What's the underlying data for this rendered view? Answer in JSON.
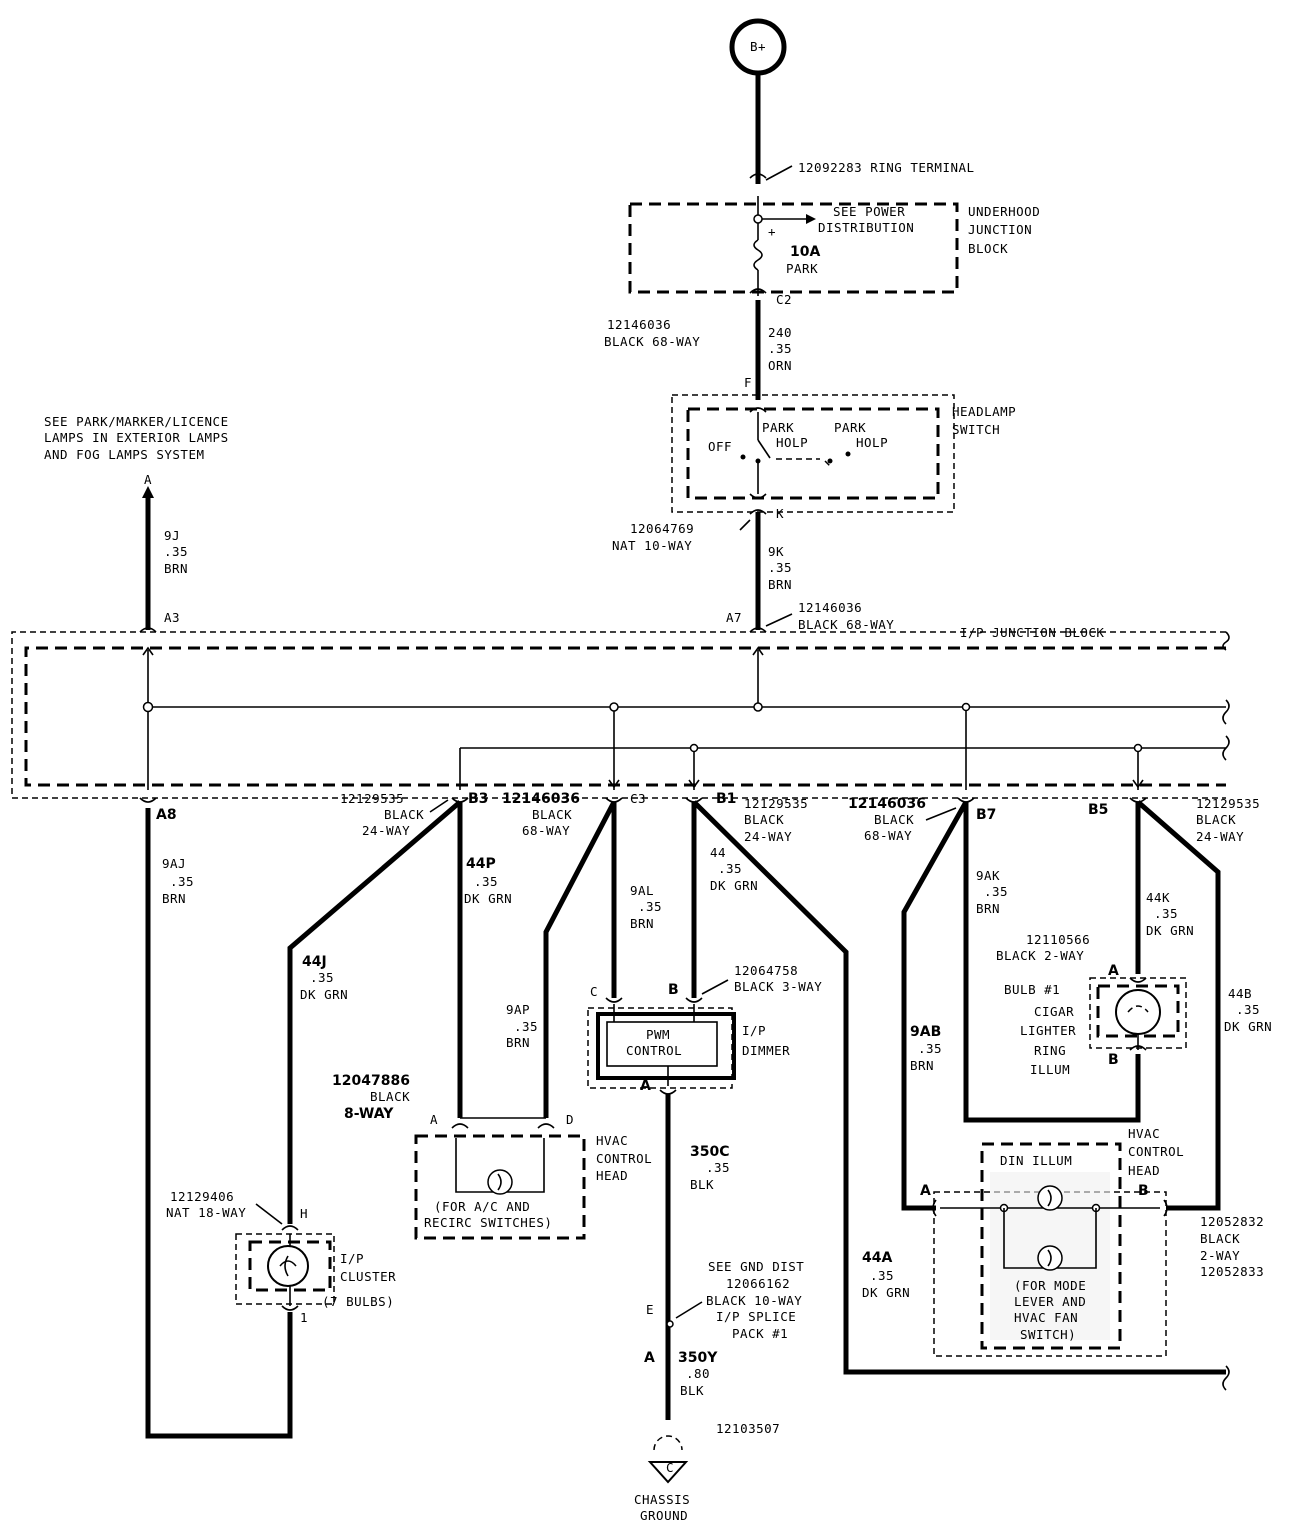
{
  "supply": {
    "symbol": "B+"
  },
  "ring_terminal": {
    "label": "12092283 RING TERMINAL"
  },
  "underhood_block": {
    "name": [
      "UNDERHOOD",
      "JUNCTION",
      "BLOCK"
    ],
    "see_power": [
      "SEE POWER",
      "DISTRIBUTION"
    ],
    "fuse_rating": "10A",
    "fuse_name": "PARK",
    "connector": "C2"
  },
  "wire_240": {
    "connector": [
      "12146036",
      "BLACK 68-WAY"
    ],
    "circuit": [
      "240",
      ".35",
      "ORN"
    ]
  },
  "headlamp_switch": {
    "name": [
      "HEADLAMP",
      "SWITCH"
    ],
    "pin_in": "F",
    "pin_out": "K",
    "off": "OFF",
    "park1": "PARK",
    "holp1": "HOLP",
    "park2": "PARK",
    "holp2": "HOLP",
    "connector": [
      "12064769",
      "NAT 10-WAY"
    ]
  },
  "wire_9k": {
    "circuit": [
      "9K",
      ".35",
      "BRN"
    ]
  },
  "see_park": [
    "SEE PARK/MARKER/LICENCE",
    "LAMPS IN EXTERIOR LAMPS",
    "AND FOG LAMPS SYSTEM"
  ],
  "arrow_a": "A",
  "wire_9j": {
    "circuit": [
      "9J",
      ".35",
      "BRN"
    ]
  },
  "ip_block": {
    "name": "I/P JUNCTION BLOCK",
    "pin_a3": "A3",
    "pin_a7": "A7",
    "connector_top": [
      "12146036",
      "BLACK 68-WAY"
    ]
  },
  "pins": {
    "a8": "A8",
    "b3": "B3",
    "c3": "C3",
    "b1": "B1",
    "b7": "B7",
    "b5": "B5"
  },
  "connectors": {
    "b3": [
      "12129535",
      "BLACK",
      "24-WAY"
    ],
    "c3_num": "12146036",
    "c3": [
      "BLACK",
      "68-WAY"
    ],
    "b1": [
      "12129535",
      "BLACK",
      "24-WAY"
    ],
    "b7_num": "12146036",
    "b7": [
      "BLACK",
      "68-WAY"
    ],
    "b5": [
      "12129535",
      "BLACK",
      "24-WAY"
    ]
  },
  "wires": {
    "w9aj": [
      "9AJ",
      ".35",
      "BRN"
    ],
    "w44j": [
      "44J",
      ".35",
      "DK GRN"
    ],
    "w44p": [
      "44P",
      ".35",
      "DK GRN"
    ],
    "w9ap": [
      "9AP",
      ".35",
      "BRN"
    ],
    "w9al": [
      "9AL",
      ".35",
      "BRN"
    ],
    "w44": [
      "44",
      ".35",
      "DK GRN"
    ],
    "w9ak": [
      "9AK",
      ".35",
      "BRN"
    ],
    "w44k": [
      "44K",
      ".35",
      "DK GRN"
    ],
    "w44b": [
      "44B",
      ".35",
      "DK GRN"
    ],
    "w9ab": [
      "9AB",
      ".35",
      "BRN"
    ],
    "w44a": [
      "44A",
      ".35",
      "DK GRN"
    ],
    "w350c": [
      "350C",
      ".35",
      "BLK"
    ],
    "w350y": [
      "350Y",
      ".80",
      "BLK"
    ]
  },
  "dimmer": {
    "connector": [
      "12064758",
      "BLACK 3-WAY"
    ],
    "pin_c": "C",
    "pin_b": "B",
    "pin_a": "A",
    "box": [
      "PWM",
      "CONTROL"
    ],
    "name": [
      "I/P",
      "DIMMER"
    ]
  },
  "cigar": {
    "connector": [
      "12110566",
      "BLACK 2-WAY"
    ],
    "pin_a": "A",
    "pin_b": "B",
    "bulb": "BULB #1",
    "name": [
      "CIGAR",
      "LIGHTER",
      "RING",
      "ILLUM"
    ]
  },
  "hvac_left": {
    "connector": [
      "12047886",
      "BLACK"
    ],
    "connector_way": "8-WAY",
    "pin_a": "A",
    "pin_d": "D",
    "name": [
      "HVAC",
      "CONTROL",
      "HEAD"
    ],
    "note": [
      "(FOR A/C AND",
      "RECIRC SWITCHES)"
    ]
  },
  "cluster": {
    "connector": [
      "12129406",
      "NAT 18-WAY"
    ],
    "pin_h": "H",
    "pin_1": "1",
    "name": [
      "I/P",
      "CLUSTER",
      "(7 BULBS)"
    ]
  },
  "hvac_right": {
    "name": [
      "HVAC",
      "CONTROL",
      "HEAD"
    ],
    "din": "DIN ILLUM",
    "pin_a": "A",
    "pin_b": "B",
    "note": [
      "(FOR MODE",
      "LEVER AND",
      "HVAC FAN",
      "SWITCH)"
    ],
    "connector": [
      "12052832",
      "BLACK",
      "2-WAY",
      "12052833"
    ]
  },
  "ground": {
    "see_gnd": "SEE GND DIST",
    "connector": [
      "12066162",
      "BLACK 10-WAY",
      "I/P SPLICE",
      "PACK #1"
    ],
    "pin_e": "E",
    "pin_a": "A",
    "eyelet": "12103507",
    "name": [
      "CHASSIS",
      "GROUND"
    ]
  }
}
